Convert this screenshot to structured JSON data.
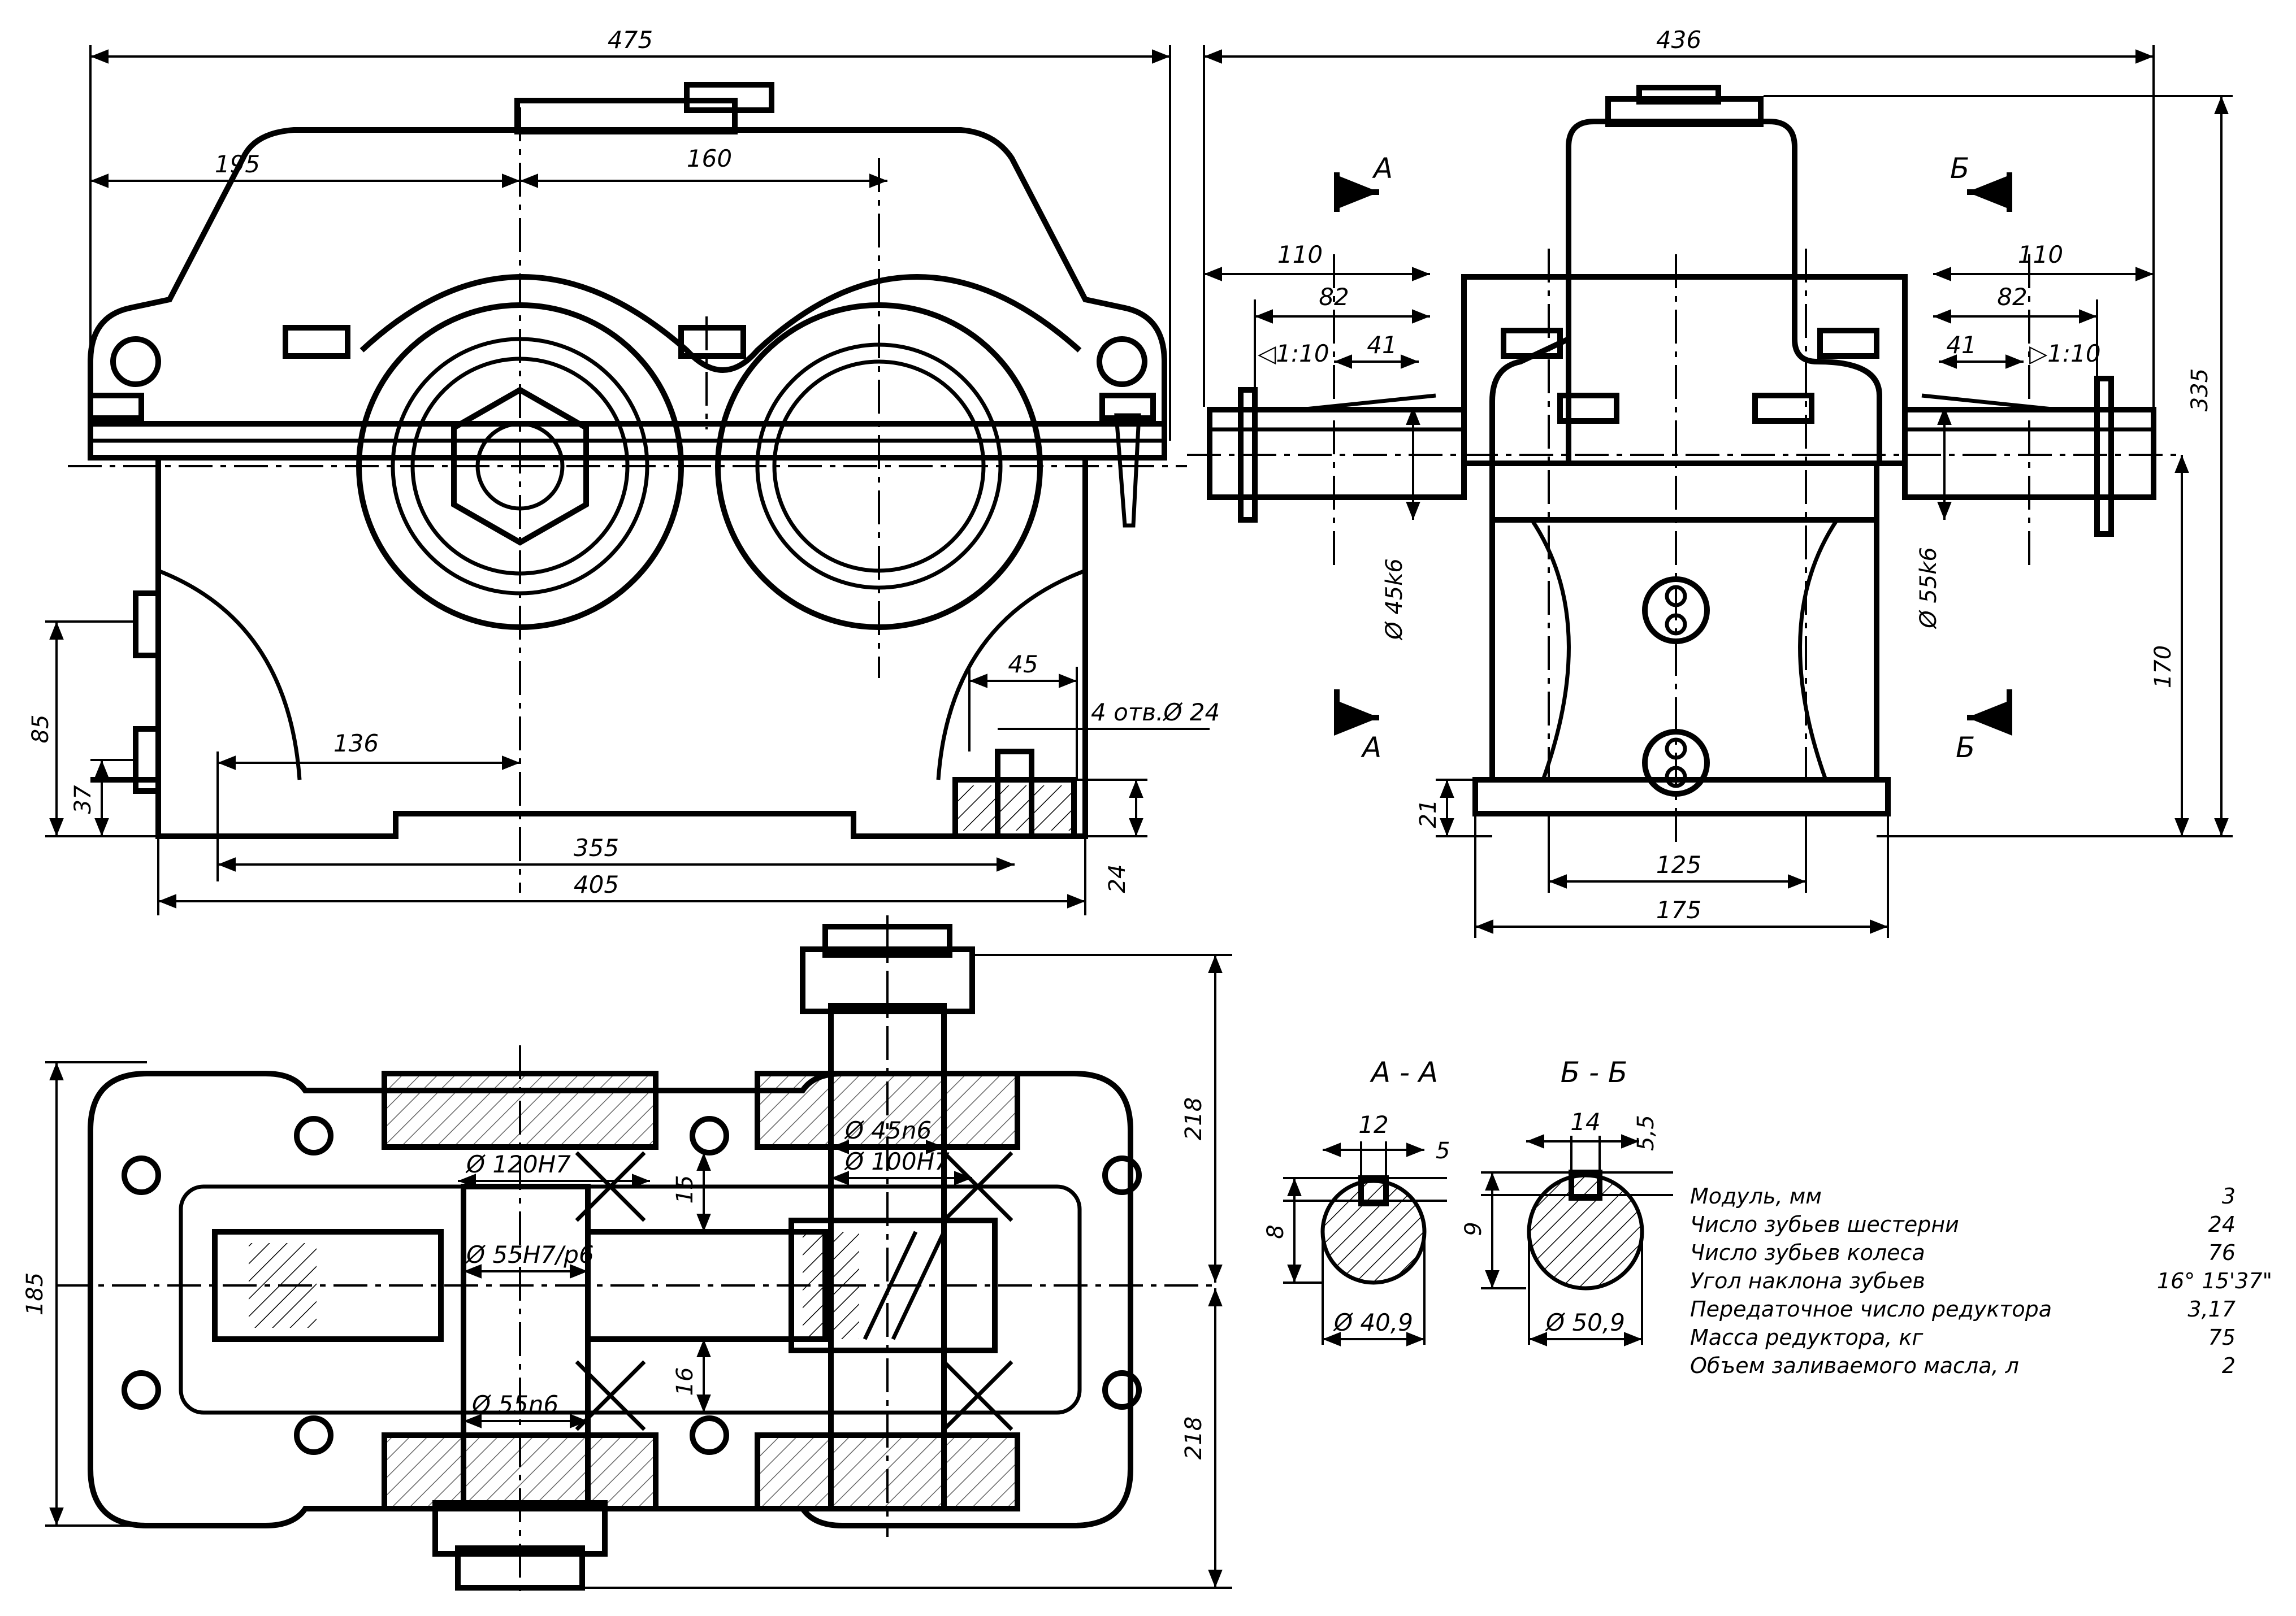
{
  "front_view": {
    "dims": {
      "overall_length": "475",
      "shaft_left": "195",
      "center_distance": "160",
      "foot_left": "136",
      "bolt_span": "355",
      "base_length": "405",
      "foot_width": "45",
      "holes": "4 отв.Ø 24",
      "height_85": "85",
      "height_37": "37",
      "base_height": "24"
    }
  },
  "side_view": {
    "dims": {
      "overall_length": "436",
      "shaft_left": "110",
      "shaft_right": "110",
      "key_left": "82",
      "key_right": "82",
      "taper_left_len": "41",
      "taper_right_len": "41",
      "taper_left": "◁1:10",
      "taper_right": "▷1:10",
      "shaft_left_dia": "Ø 45k6",
      "shaft_right_dia": "Ø 55k6",
      "overall_height": "335",
      "axis_height": "170",
      "base_height": "21",
      "bolt_span": "125",
      "base_width": "175"
    },
    "section_marks": [
      "А",
      "А",
      "Б",
      "Б"
    ]
  },
  "plan_view": {
    "dims": {
      "overall_width": "185",
      "half_top": "218",
      "half_bottom": "218",
      "bore_wheel": "Ø 120H7",
      "fit_hub": "Ø 55H7/p6",
      "journal": "Ø 55n6",
      "fit_pinion": "Ø 45n6",
      "bore_pinion": "Ø 100H7",
      "gap_top": "15",
      "gap_bottom": "16"
    }
  },
  "sections": {
    "aa": {
      "title": "А - А",
      "key_width": "12",
      "key_depth": "5",
      "height": "8",
      "dia": "Ø 40,9"
    },
    "bb": {
      "title": "Б - Б",
      "key_width": "14",
      "key_depth": "5,5",
      "height": "9",
      "dia": "Ø 50,9"
    }
  },
  "specs": [
    {
      "label": "Модуль, мм",
      "value": "3"
    },
    {
      "label": "Число зубьев шестерни",
      "value": "24"
    },
    {
      "label": "Число зубьев колеса",
      "value": "76"
    },
    {
      "label": "Угол наклона зубьев",
      "value": "16° 15'37\""
    },
    {
      "label": "Передаточное число редуктора",
      "value": "3,17"
    },
    {
      "label": "Масса редуктора, кг",
      "value": "75"
    },
    {
      "label": "Объем заливаемого масла, л",
      "value": "2"
    }
  ]
}
